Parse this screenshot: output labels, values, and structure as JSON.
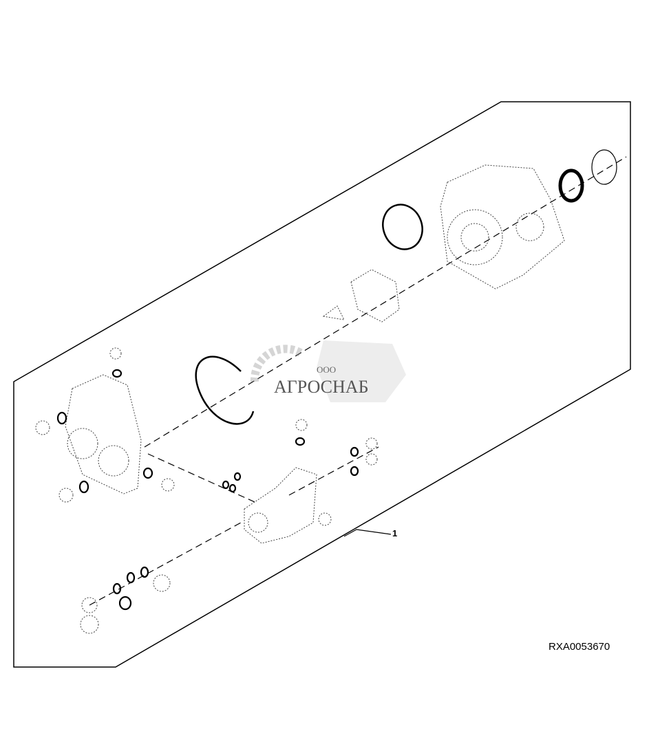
{
  "diagram": {
    "callouts": [
      {
        "label": "1"
      }
    ],
    "figure_id": "RXA0053670"
  },
  "watermark": {
    "prefix": "ООО",
    "name": "АГРОСНАБ"
  }
}
